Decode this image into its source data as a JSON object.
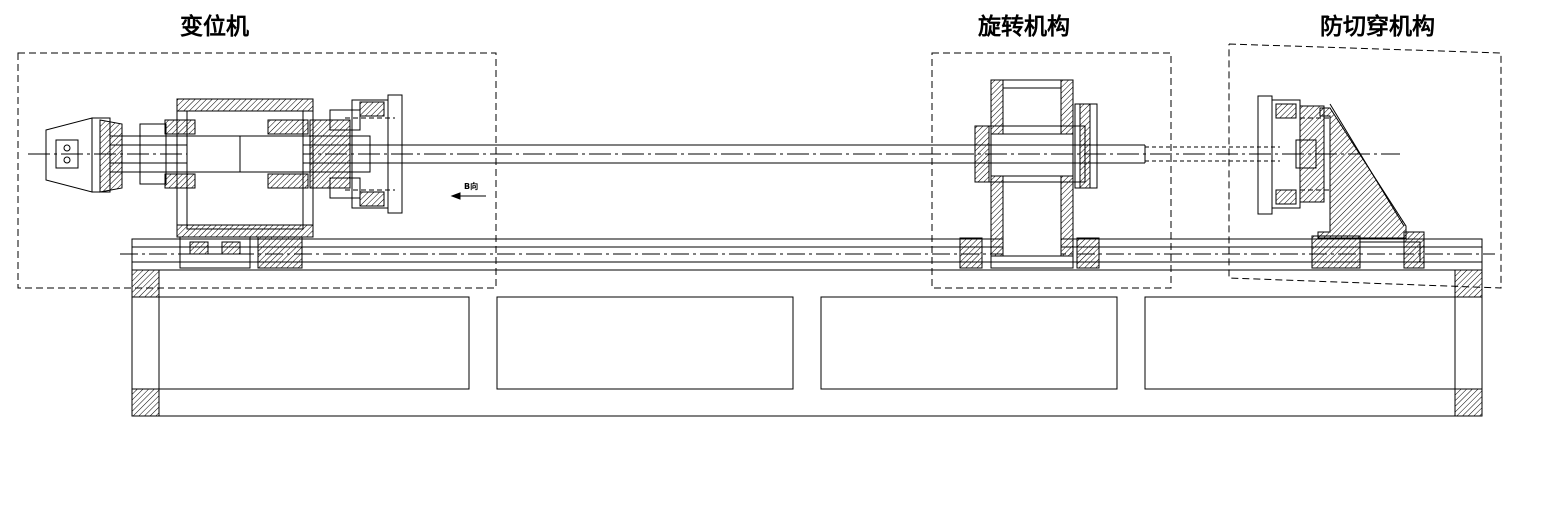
{
  "labels": {
    "positioner": "变位机",
    "rotation_mechanism": "旋转机构",
    "anti_cut_mechanism": "防切穿机构",
    "view_marker": "B向"
  },
  "colors": {
    "line": "#000000",
    "background": "#ffffff"
  }
}
